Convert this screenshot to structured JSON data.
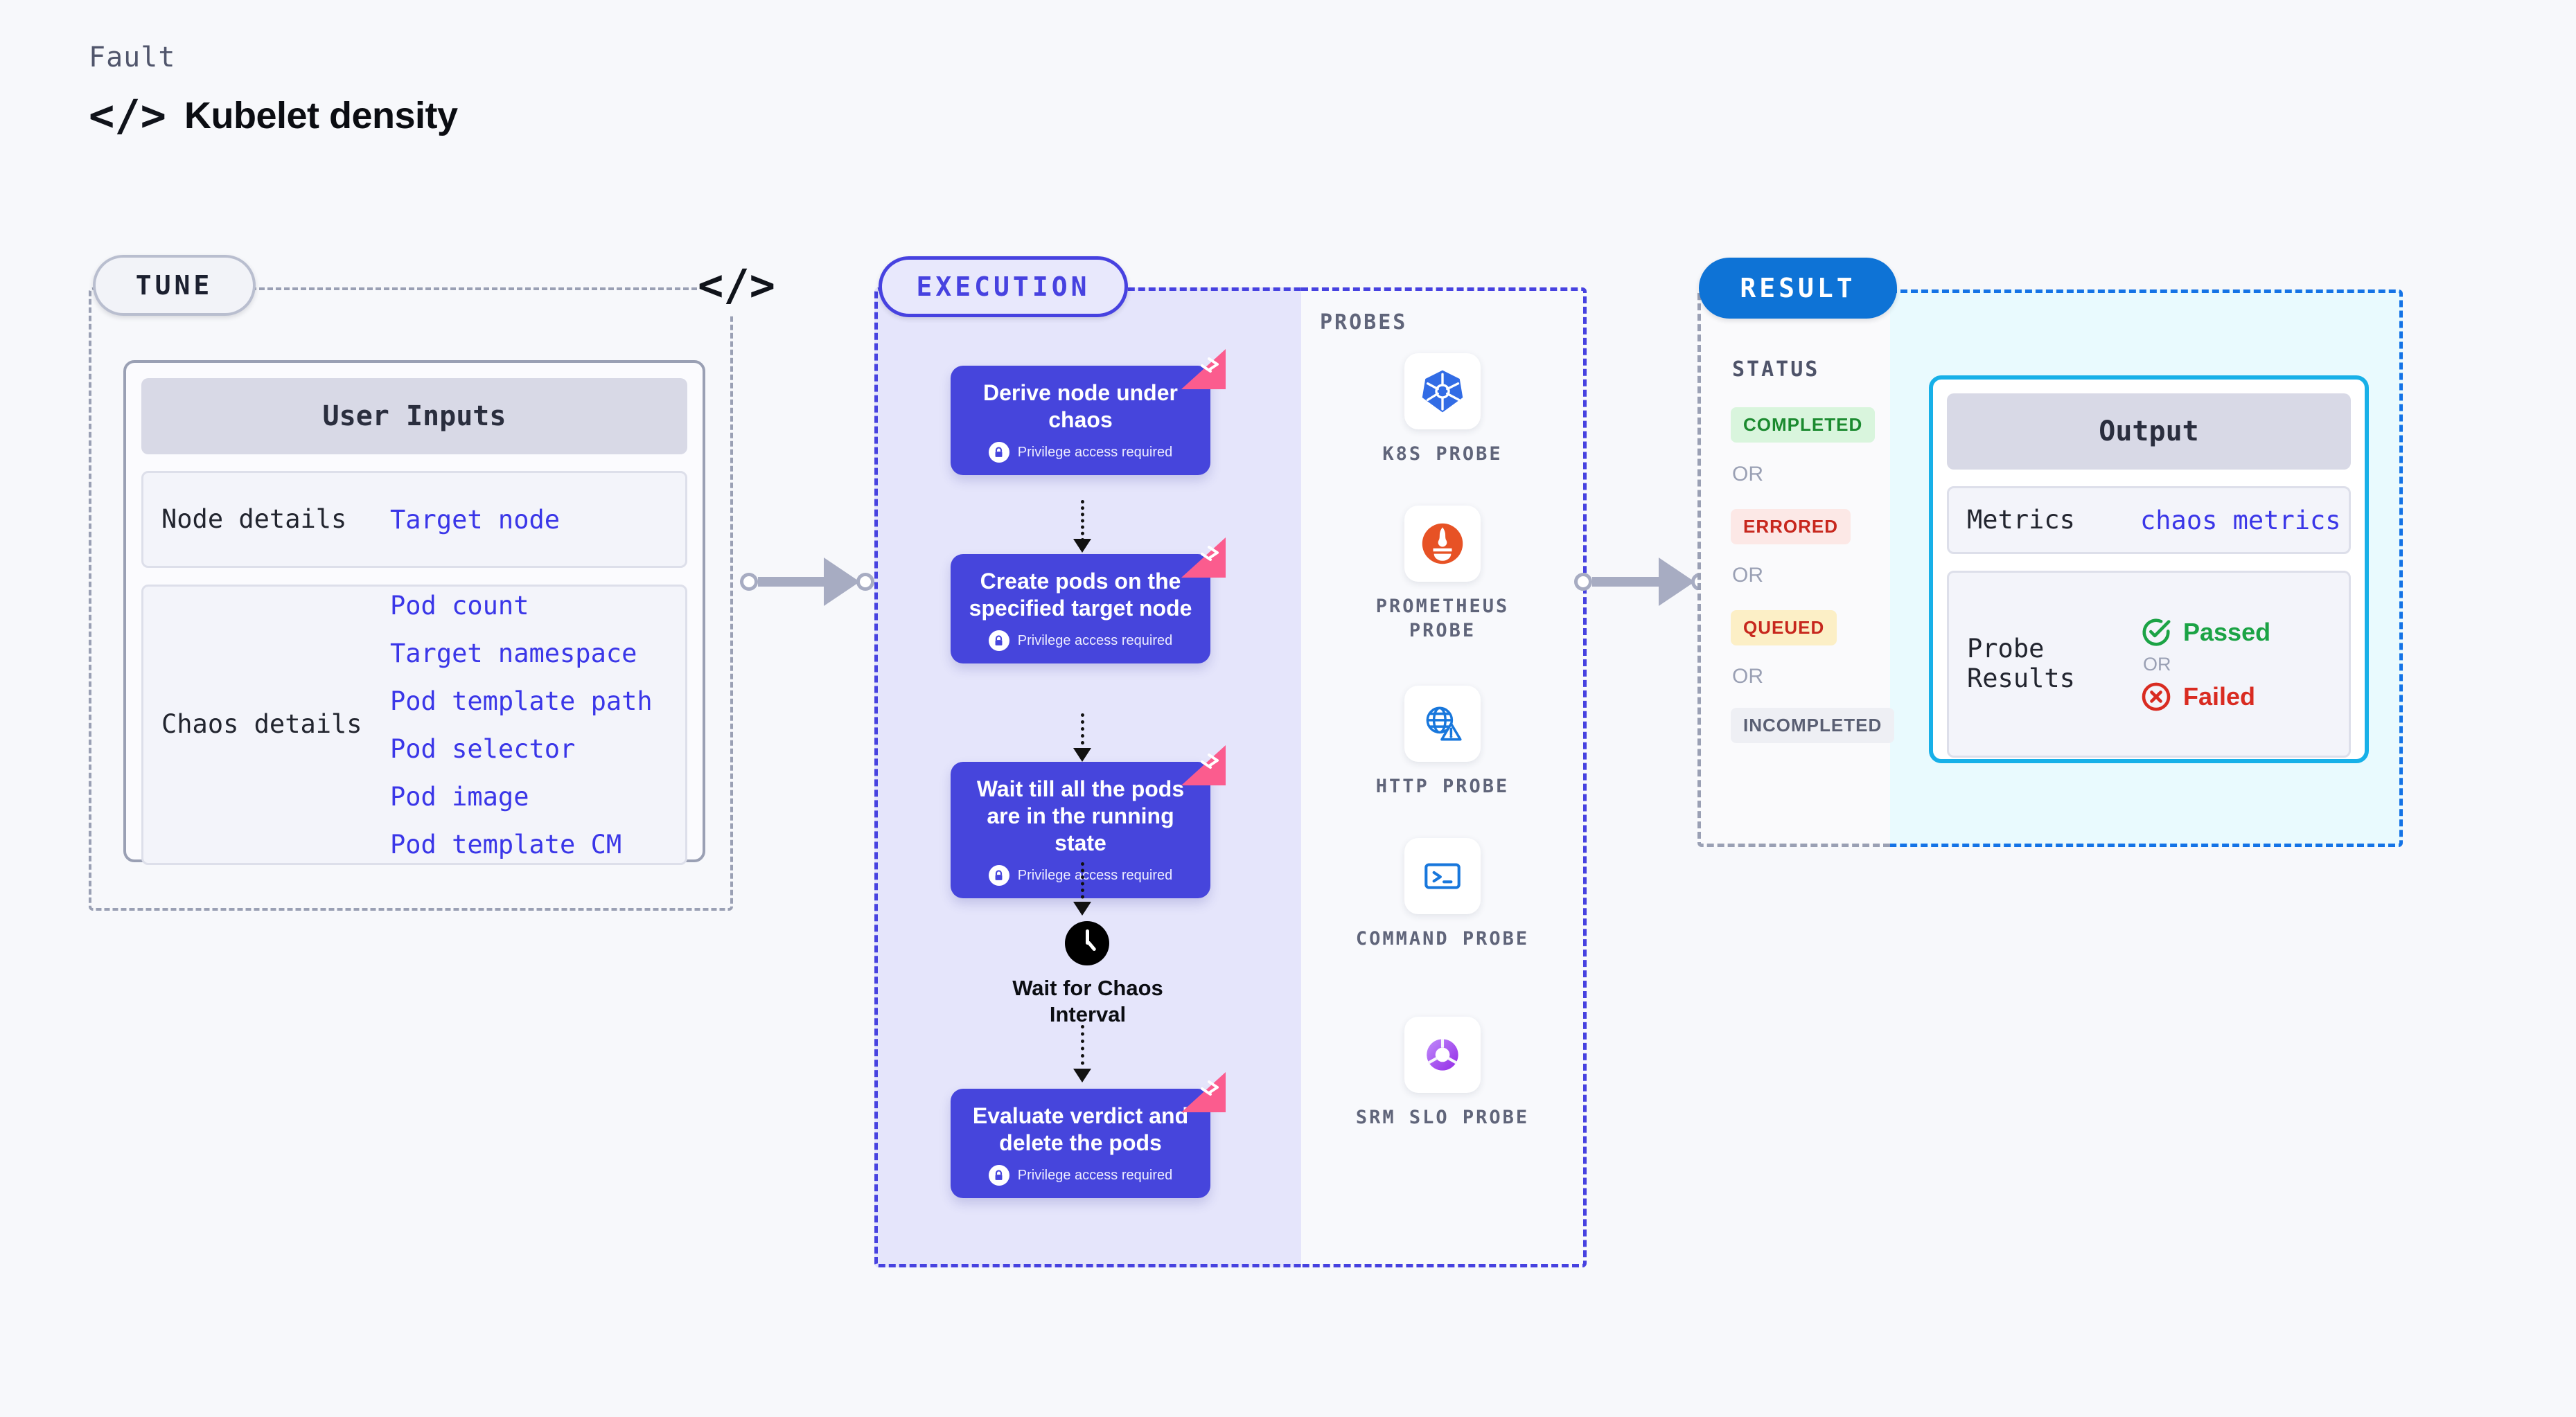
{
  "header": {
    "eyebrow": "Fault",
    "code_icon": "</>",
    "title": "Kubelet density"
  },
  "tune": {
    "pill_label": "TUNE",
    "code_icon": "</>",
    "card_title": "User Inputs",
    "blocks": [
      {
        "label": "Node details",
        "values": [
          "Target node"
        ]
      },
      {
        "label": "Chaos details",
        "values": [
          "Pod count",
          "Target namespace",
          "Pod template path",
          "Pod selector",
          "Pod image",
          "Pod template CM"
        ]
      }
    ]
  },
  "execution": {
    "pill_label": "EXECUTION",
    "privilege_note": "Privilege access required",
    "steps": [
      {
        "title": "Derive node under chaos"
      },
      {
        "title": "Create pods on the specified target node"
      },
      {
        "title": "Wait till all the pods are in the running state"
      }
    ],
    "wait": {
      "label": "Wait for Chaos Interval",
      "icon": "clock-icon"
    },
    "final_step": {
      "title": "Evaluate verdict and delete the pods"
    }
  },
  "probes": {
    "title": "PROBES",
    "items": [
      {
        "label": "K8S PROBE",
        "icon": "kubernetes-icon"
      },
      {
        "label": "PROMETHEUS PROBE",
        "icon": "prometheus-icon"
      },
      {
        "label": "HTTP PROBE",
        "icon": "globe-alert-icon"
      },
      {
        "label": "COMMAND PROBE",
        "icon": "terminal-icon"
      },
      {
        "label": "SRM SLO PROBE",
        "icon": "slo-gauge-icon"
      }
    ]
  },
  "result": {
    "pill_label": "RESULT",
    "status_title": "STATUS",
    "or_label": "OR",
    "statuses": [
      {
        "label": "COMPLETED",
        "color": "#1B8A2F",
        "bg": "#D9F5DD"
      },
      {
        "label": "ERRORED",
        "color": "#C7271D",
        "bg": "#FCE8E6"
      },
      {
        "label": "QUEUED",
        "color": "#C7271D",
        "bg": "#FCEFC6"
      },
      {
        "label": "INCOMPLETED",
        "color": "#5A5F73",
        "bg": "#EEEFF4"
      }
    ],
    "output": {
      "card_title": "Output",
      "metrics_label": "Metrics",
      "metrics_value": "chaos metrics",
      "probe_results_label": "Probe Results",
      "passed_label": "Passed",
      "failed_label": "Failed",
      "or_label": "OR"
    }
  },
  "colors": {
    "step_blue": "#4645DC",
    "execution_fill": "#E5E5FB",
    "execution_border": "#4742E0",
    "result_blue": "#0E73D6",
    "output_border": "#17B0E8",
    "value_text": "#3A36E8",
    "harness_pink": "#FB5C8E"
  }
}
